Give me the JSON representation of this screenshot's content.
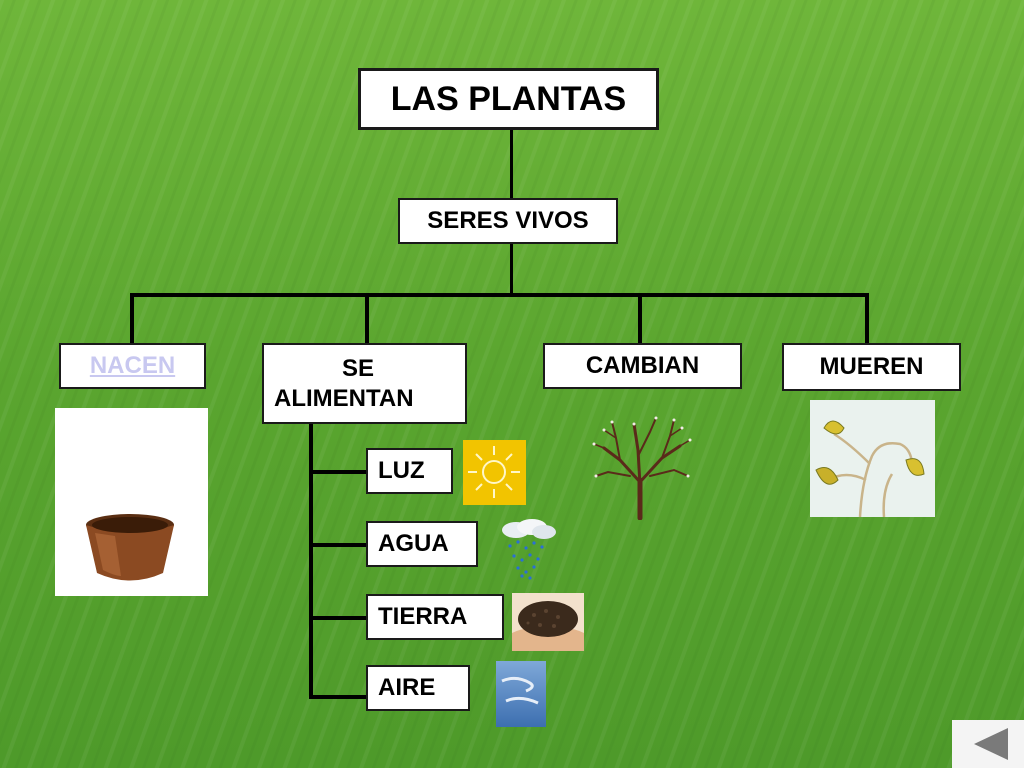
{
  "title": "LAS PLANTAS",
  "root_child": "SERES VIVOS",
  "branches": {
    "nacen": "NACEN",
    "alimentan_line1": "SE",
    "alimentan_line2": "ALIMENTAN",
    "cambian": "CAMBIAN",
    "mueren": "MUEREN"
  },
  "needs": {
    "luz": "LUZ",
    "agua": "AGUA",
    "tierra": "TIERRA",
    "aire": "AIRE"
  },
  "icons": {
    "pot": "flower-pot-icon",
    "sun": "sun-icon",
    "rain": "rain-cloud-icon",
    "soil": "soil-hands-icon",
    "air": "wind-icon",
    "tree": "bare-tree-icon",
    "wilted": "wilted-plant-icon",
    "back": "back-arrow-icon"
  },
  "colors": {
    "grass_dark": "#3f8a25",
    "grass_light": "#6dbb3f",
    "box_border": "#1a1a1a",
    "link": "#c8c8f0",
    "sun": "#f2c400"
  }
}
